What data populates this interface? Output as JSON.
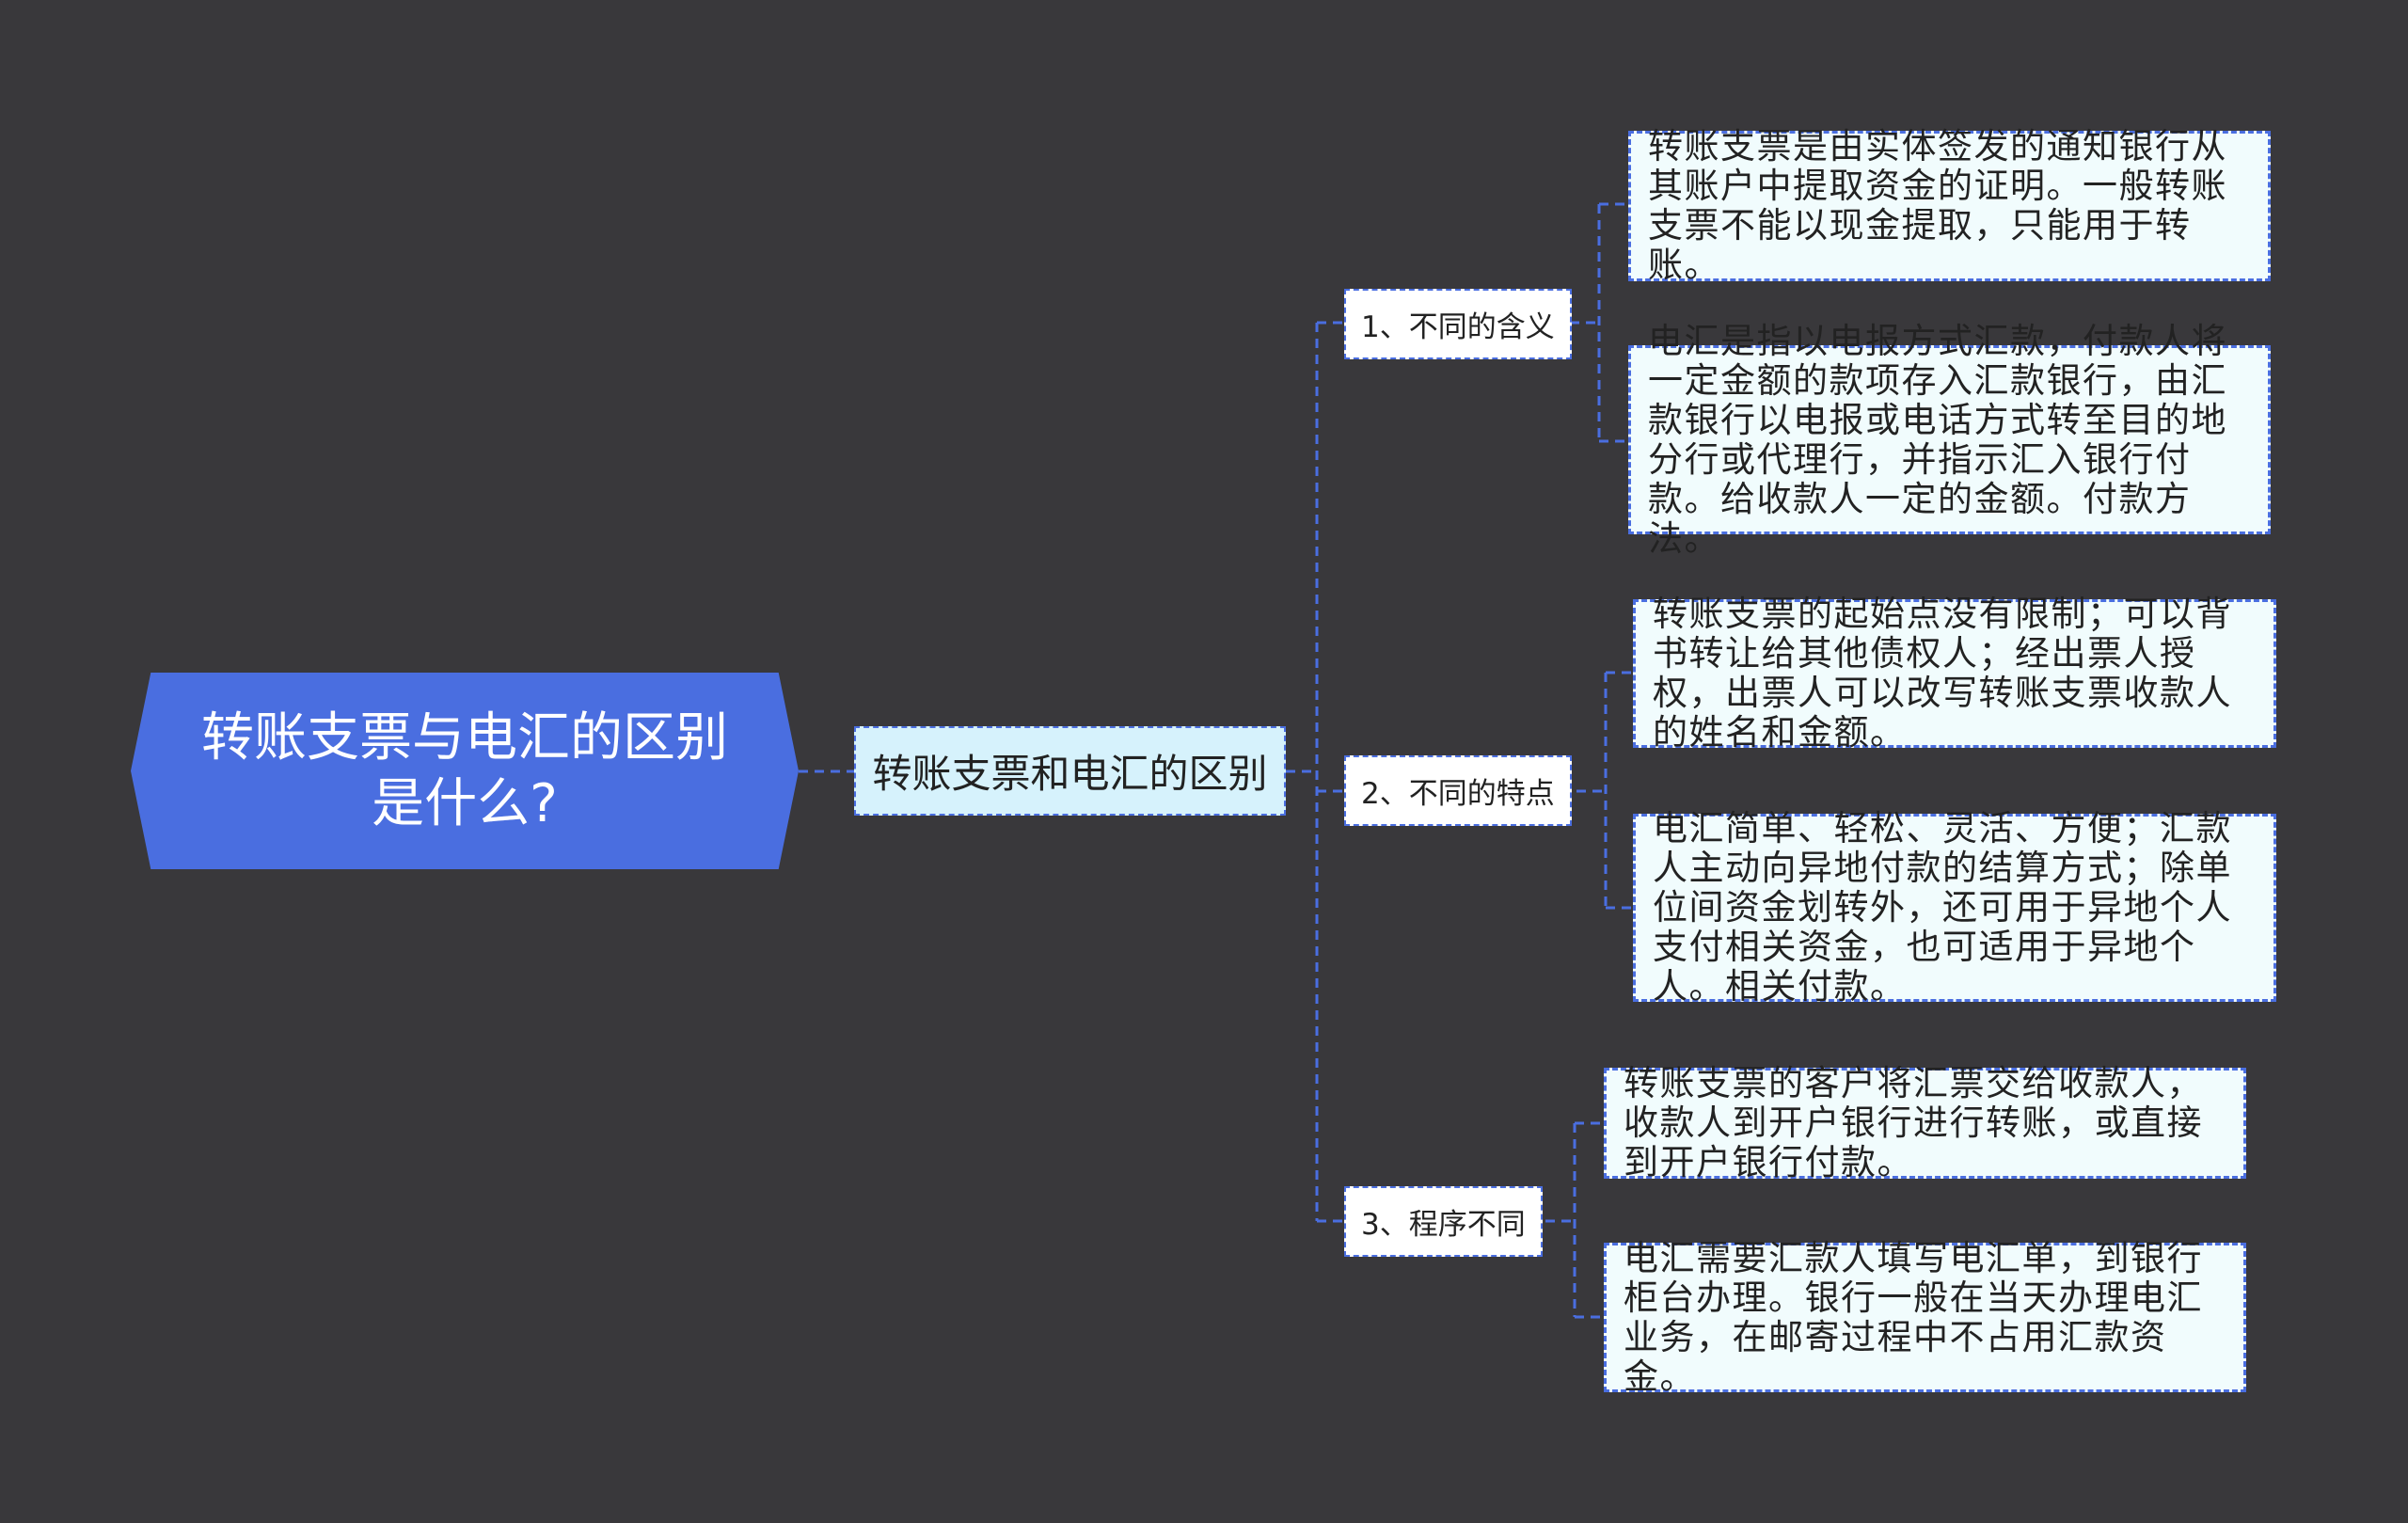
{
  "root": {
    "title": "转账支票与电汇的区别是什么?"
  },
  "main": {
    "title": "转账支票和电汇的区别"
  },
  "branches": [
    {
      "label": "1、不同的含义",
      "leaves": [
        "转账支票是由实体签发的通知银行从其账户中提取资金的证明。一般转账支票不能以现金提取，只能用于转账。",
        "电汇是指以电报方式汇款，付款人将一定金额的款项存入汇款银行，由汇款银行以电报或电话方式转至目的地分行或代理行，并指示汇入银行付款。给收款人一定的金额。付款方法。"
      ]
    },
    {
      "label": "2、不同的特点",
      "leaves": [
        "转账支票的起始点没有限制；可以背书转让给其他债权人；经出票人授权，出票人可以改写转账支票收款人的姓名和金额。",
        "电汇简单、轻松、灵活、方便；汇款人主动向异地付款的结算方式；除单位间资金划转外，还可用于异地个人支付相关资金，也可适用于异地个人。相关付款。"
      ]
    },
    {
      "label": "3、程序不同",
      "leaves": [
        "转账支票的客户将汇票交给收款人，收款人到开户银行进行转账，或直接到开户银行付款。",
        "电汇需要汇款人填写电汇单，到银行柜台办理。银行一般在当天办理电汇业务，在邮寄过程中不占用汇款资金。"
      ]
    }
  ],
  "colors": {
    "accent": "#4a6ee0",
    "background": "#39383b"
  }
}
